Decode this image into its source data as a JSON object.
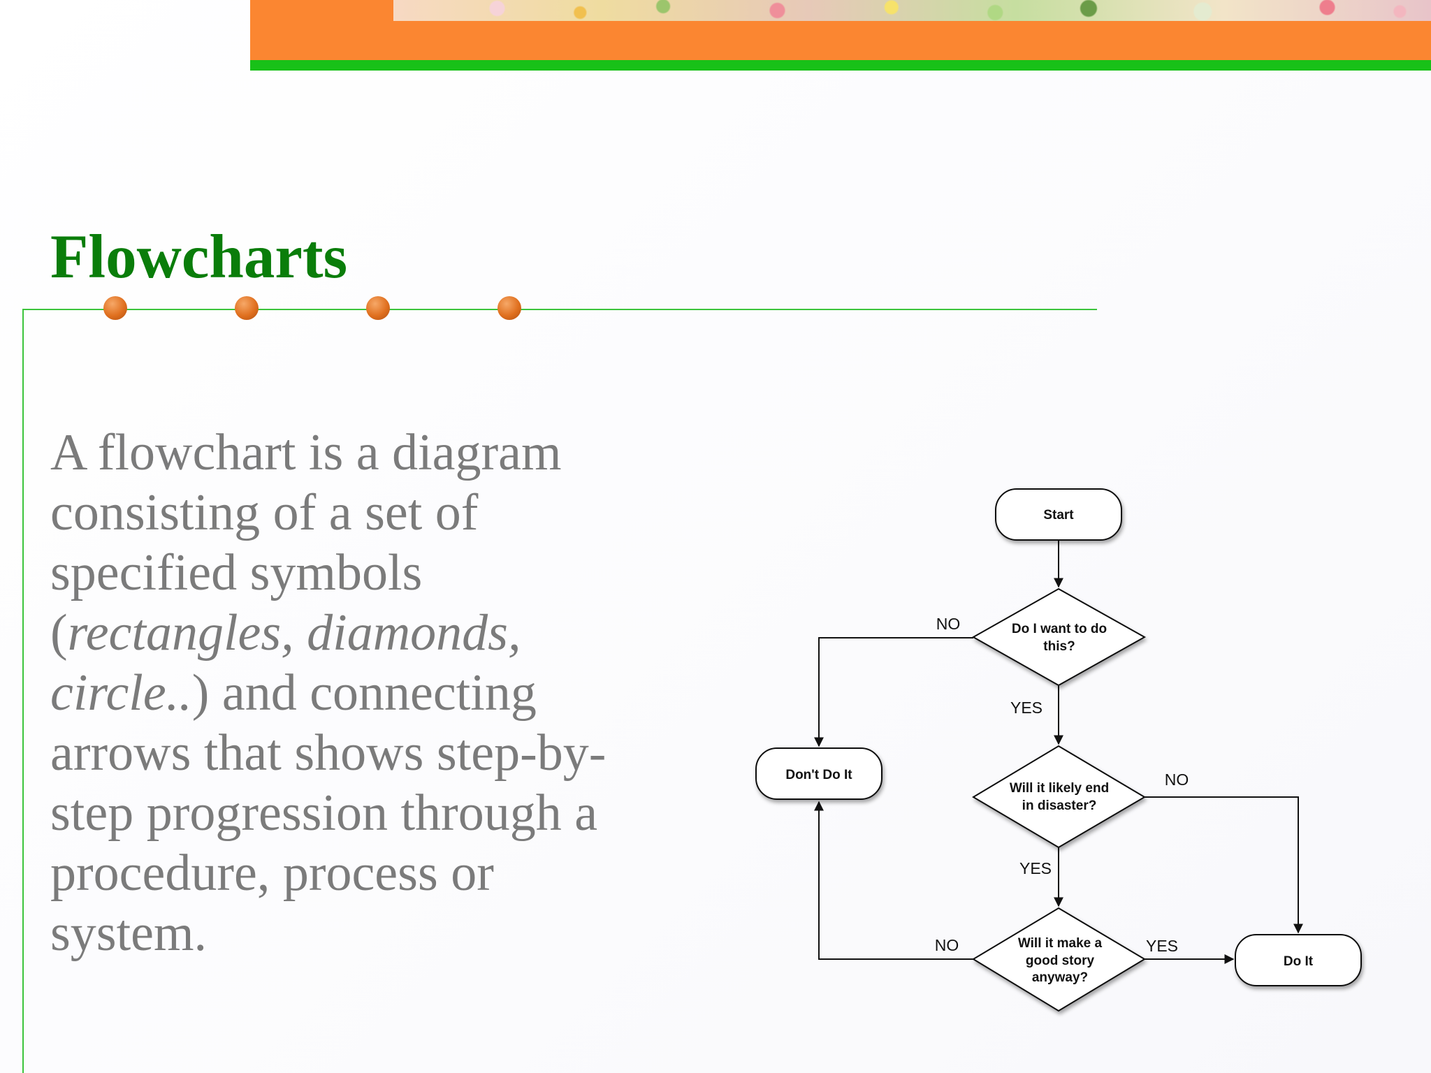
{
  "slide": {
    "title": "Flowcharts",
    "body": {
      "intro": "A flowchart is a diagram consisting of a set of specified symbols (",
      "italic": "rectangles, diamonds, circle..",
      "outro": ") and connecting arrows that shows step-by-step progression through a procedure, process or system."
    }
  },
  "flowchart": {
    "nodes": {
      "start": "Start",
      "decision1": [
        "Do I want to do",
        "this?"
      ],
      "dont_do_it": "Don't Do It",
      "decision2": [
        "Will it likely end",
        "in disaster?"
      ],
      "decision3": [
        "Will it make a",
        "good story",
        "anyway?"
      ],
      "do_it": "Do It"
    },
    "edges": {
      "d1_no": "NO",
      "d1_yes": "YES",
      "d2_no": "NO",
      "d2_yes": "YES",
      "d3_no": "NO",
      "d3_yes": "YES"
    }
  },
  "colors": {
    "title": "#0a7d0a",
    "banner_orange": "#fb8631",
    "banner_green": "#18c118",
    "rule_green": "#3cc43c",
    "bullet_orange": "#e0701f",
    "body_text": "#7b7b7b"
  },
  "decor": {
    "bullet_count": 4
  }
}
